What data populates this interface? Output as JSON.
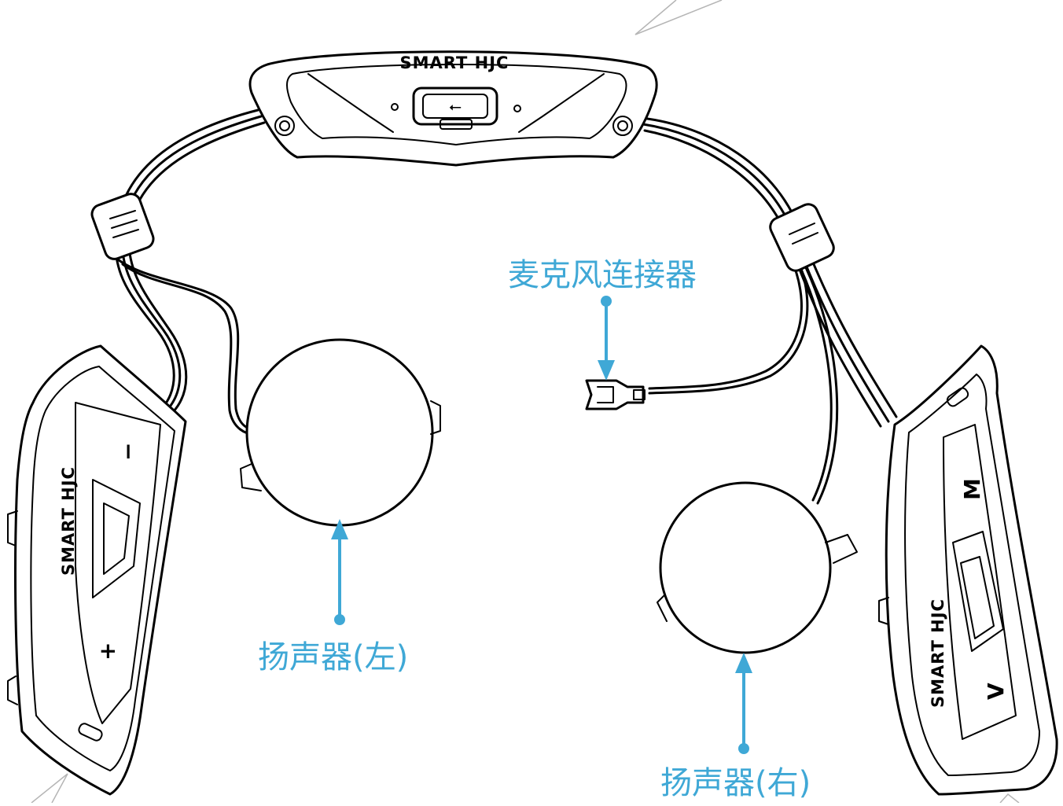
{
  "accent_color": "#3fa8d6",
  "device": {
    "brand_text": "SMART HJC"
  },
  "callouts": [
    {
      "id": "mic-connector",
      "label": "麦克风连接器"
    },
    {
      "id": "speaker-left",
      "label": "扬声器(左)"
    },
    {
      "id": "speaker-right",
      "label": "扬声器(右)"
    }
  ],
  "left_module": {
    "buttons": [
      {
        "glyph": "−",
        "name": "minus"
      },
      {
        "glyph": "+",
        "name": "plus"
      }
    ]
  },
  "right_module": {
    "buttons": [
      {
        "glyph": "M",
        "name": "mode"
      },
      {
        "glyph": "V",
        "name": "volume"
      }
    ]
  }
}
